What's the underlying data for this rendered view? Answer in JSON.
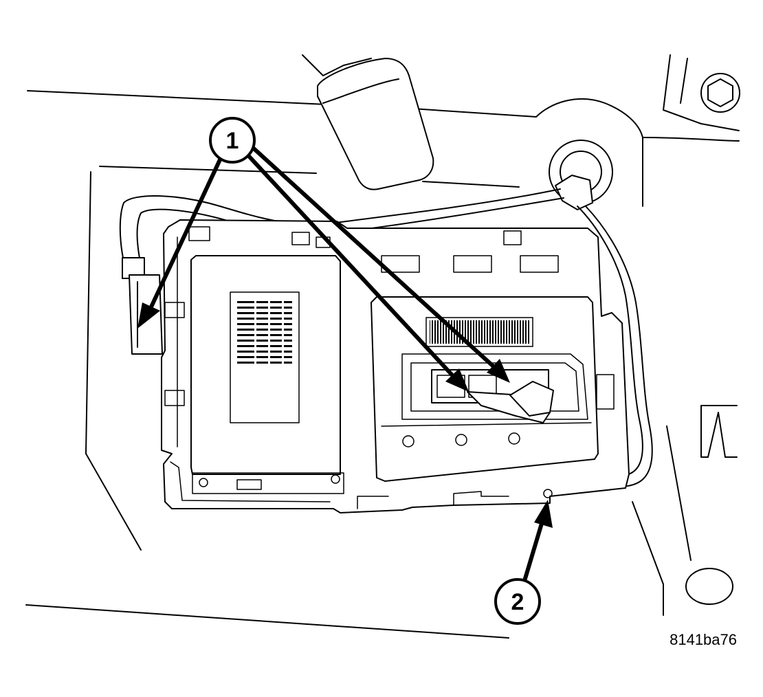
{
  "diagram": {
    "callouts": [
      {
        "id": "1",
        "label": "1"
      },
      {
        "id": "2",
        "label": "2"
      }
    ],
    "figure_id": "8141ba76"
  },
  "colors": {
    "line": "#000000",
    "background": "#ffffff"
  }
}
